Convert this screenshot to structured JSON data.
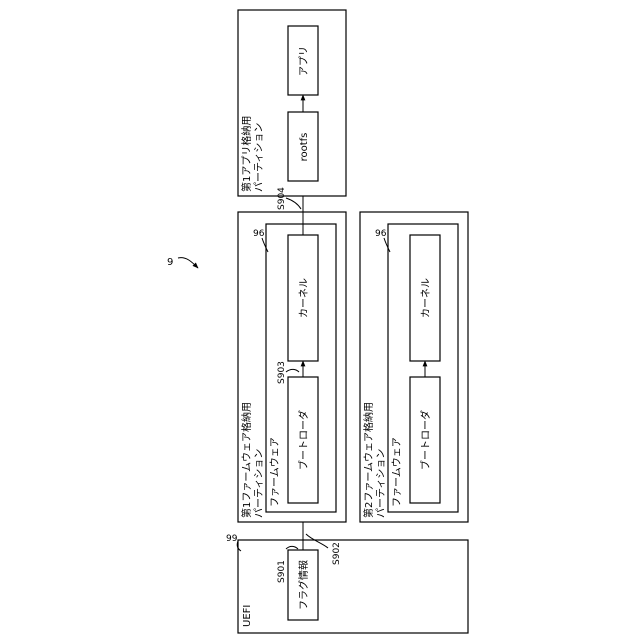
{
  "figure": {
    "ref_main": "9",
    "uefi": {
      "ref": "99",
      "label": "UEFI",
      "flag_box": "フラグ情報",
      "step_flag": "S901",
      "step_select": "S902"
    },
    "fw1": {
      "title_line1": "第1ファームウェア格納用",
      "title_line2": "パーティション",
      "inner_label": "ファームウェア",
      "ref": "96",
      "bootloader": "ブートローダ",
      "kernel": "カーネル",
      "step": "S903"
    },
    "fw2": {
      "title_line1": "第2ファームウェア格納用",
      "title_line2": "パーティション",
      "inner_label": "ファームウェア",
      "ref": "96",
      "bootloader": "ブートローダ",
      "kernel": "カーネル"
    },
    "app": {
      "title_line1": "第1アプリ格納用",
      "title_line2": "パーティション",
      "rootfs": "rootfs",
      "app_box": "アプリ",
      "step": "S904"
    }
  }
}
